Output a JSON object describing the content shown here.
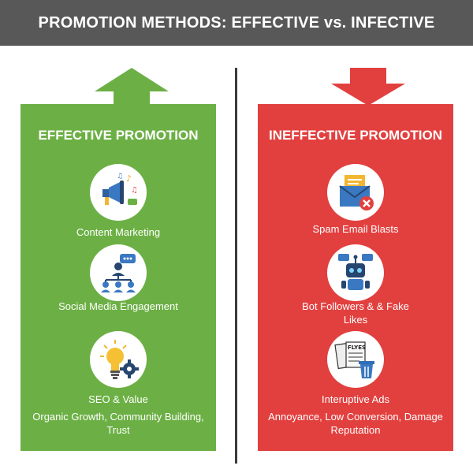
{
  "title": "PROMOTION METHODS: EFFECTIVE vs. INFECTIVE",
  "effective": {
    "heading": "EFFECTIVE PROMOTION",
    "items": [
      {
        "label": "Content Marketing",
        "icon": "megaphone-icon"
      },
      {
        "label": "Social Media Engagement",
        "icon": "social-network-icon"
      },
      {
        "label": "SEO & Value",
        "icon": "lightbulb-gear-icon"
      }
    ],
    "summary": "Organic Growth, Community Building, Trust",
    "color": "#6cb045",
    "arrow_icon": "arrow-up-icon"
  },
  "ineffective": {
    "heading": "INEFFECTIVE PROMOTION",
    "items": [
      {
        "label": "Spam Email Blasts",
        "icon": "spam-email-icon"
      },
      {
        "label": "Bot Followers & & Fake Likes",
        "icon": "robot-icon"
      },
      {
        "label": "Interuptive Ads",
        "icon": "flyers-trash-icon"
      }
    ],
    "summary": "Annoyance, Low Conversion, Damage Reputation",
    "color": "#e2403f",
    "arrow_icon": "arrow-down-icon",
    "flyer_text": "FLYES"
  },
  "header_color": "#585858"
}
